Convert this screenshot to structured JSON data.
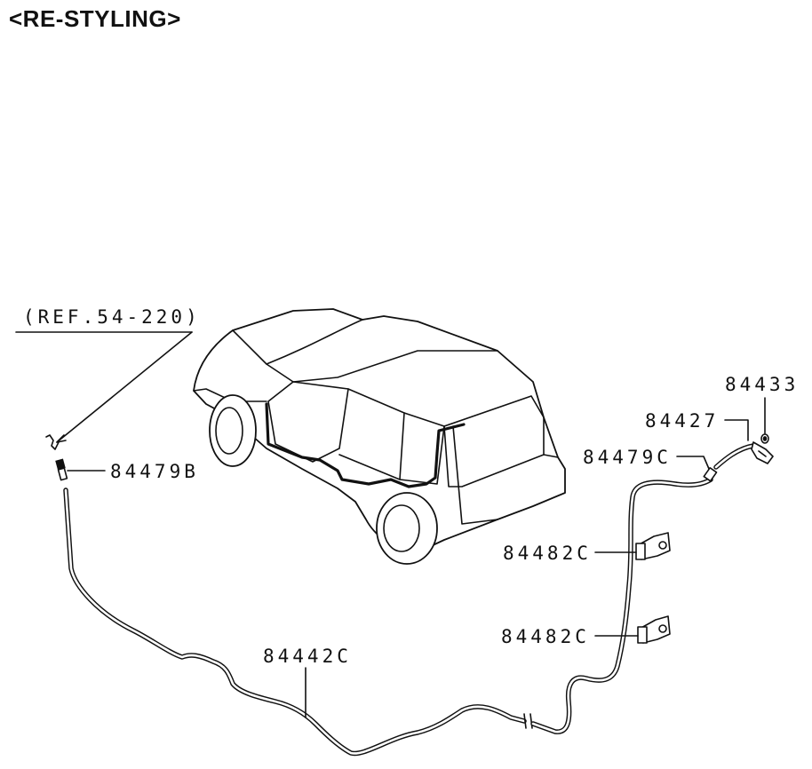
{
  "title": "<RE-STYLING>",
  "reference": "(REF.54-220)",
  "parts": {
    "p84479B": "84479B",
    "p84442C": "84442C",
    "p84433": "84433",
    "p84427": "84427",
    "p84479C": "84479C",
    "p84482C_upper": "84482C",
    "p84482C_lower": "84482C"
  }
}
